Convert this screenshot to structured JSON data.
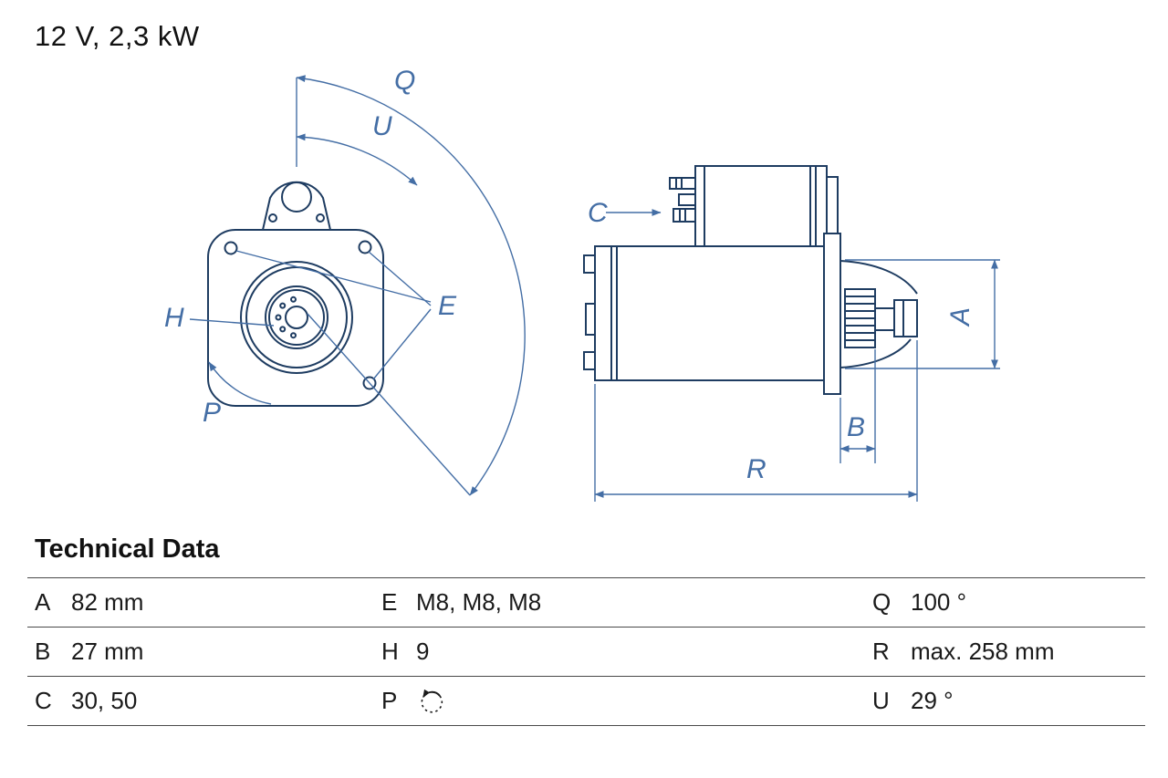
{
  "header": {
    "title": "12 V, 2,3 kW"
  },
  "drawing": {
    "labels": {
      "Q": "Q",
      "U": "U",
      "E": "E",
      "H": "H",
      "P": "P",
      "C": "C",
      "A": "A",
      "B": "B",
      "R": "R"
    }
  },
  "technical_data": {
    "heading": "Technical Data",
    "rows": [
      {
        "cells": [
          {
            "key": "A",
            "value": "82 mm"
          },
          {
            "key": "E",
            "value": "M8, M8, M8"
          },
          {
            "key": "Q",
            "value": "100 °"
          }
        ]
      },
      {
        "cells": [
          {
            "key": "B",
            "value": "27 mm"
          },
          {
            "key": "H",
            "value": "9"
          },
          {
            "key": "R",
            "value": "max. 258 mm"
          }
        ]
      },
      {
        "cells": [
          {
            "key": "C",
            "value": "30, 50"
          },
          {
            "key": "P",
            "icon": "rotation-ccw-icon"
          },
          {
            "key": "U",
            "value": "29 °"
          }
        ]
      }
    ]
  },
  "colors": {
    "outline": "#1e3c61",
    "dimension_blue": "#446ea5",
    "text": "#1a1a1a",
    "table_line": "#4a4a4a"
  }
}
